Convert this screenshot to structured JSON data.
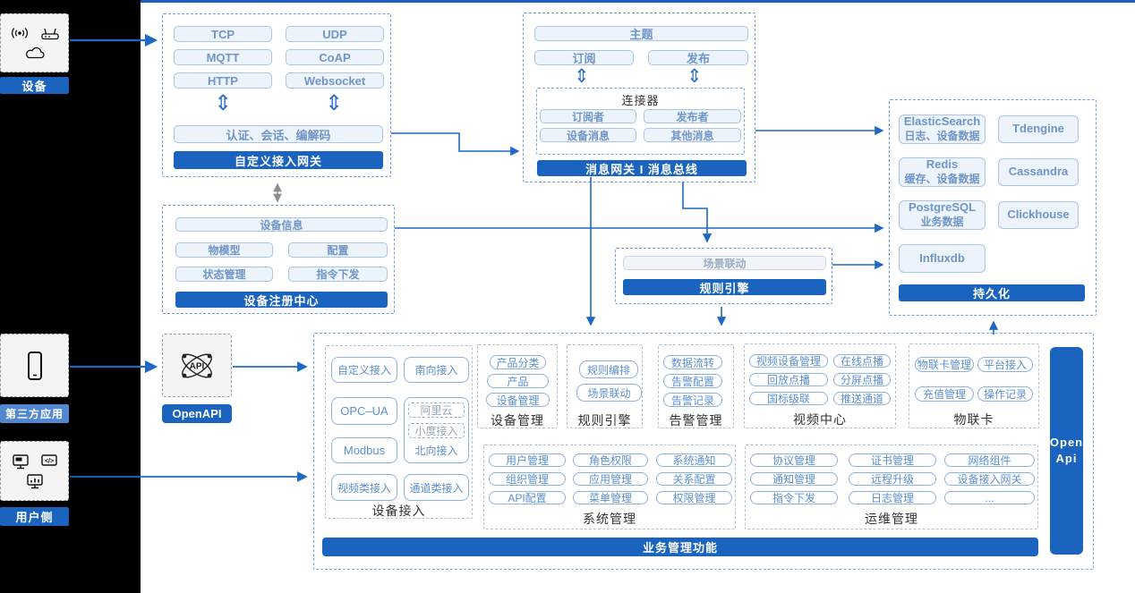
{
  "colors": {
    "primary_bar": "#1a63be",
    "top_line": "#1b5fc0",
    "chip_bg": "#edf3fa",
    "chip_border": "#a9c4e4",
    "chip_text": "#7095c7",
    "white_chip_border": "#8db1e0",
    "white_chip_text": "#5b8fd0",
    "dashed_border": "#6f9cd9",
    "third_party_label_bg": "#5288d2"
  },
  "icons": {
    "updown_glyph": "⇕",
    "device": [
      "wireless-signal",
      "wifi-router",
      "cloud"
    ],
    "third_party": [
      "smartphone"
    ],
    "user_side": [
      "app-monitor",
      "code-window",
      "chart-monitor"
    ],
    "openapi": [
      "api-network"
    ]
  },
  "left_panel": {
    "device": {
      "label": "设备"
    },
    "third_party": {
      "label": "第三方应用"
    },
    "user_side": {
      "label": "用户侧"
    }
  },
  "gateway": {
    "protocols": [
      "TCP",
      "UDP",
      "MQTT",
      "CoAP",
      "HTTP",
      "Websocket"
    ],
    "auth": "认证、会话、编解码",
    "title": "自定义接入网关"
  },
  "message_bus": {
    "topic": "主题",
    "subscribe": "订阅",
    "publish": "发布",
    "connector": {
      "title": "连接器",
      "subscriber": "订阅者",
      "publisher": "发布者",
      "device_msg": "设备消息",
      "other_msg": "其他消息"
    },
    "title": "消息网关 I 消息总线"
  },
  "persistence": {
    "stores": [
      {
        "name": "ElasticSearch",
        "desc": "日志、设备数据"
      },
      {
        "name": "Tdengine",
        "desc": ""
      },
      {
        "name": "Redis",
        "desc": "缓存、设备数据"
      },
      {
        "name": "Cassandra",
        "desc": ""
      },
      {
        "name": "PostgreSQL",
        "desc": "业务数据"
      },
      {
        "name": "Clickhouse",
        "desc": ""
      },
      {
        "name": "Influxdb",
        "desc": ""
      }
    ],
    "title": "持久化"
  },
  "registry": {
    "device_info": "设备信息",
    "items": [
      "物模型",
      "配置",
      "状态管理",
      "指令下发"
    ],
    "title": "设备注册中心"
  },
  "rule_engine_mid": {
    "scene": "场景联动",
    "title": "规则引擎"
  },
  "openapi": {
    "label": "OpenAPI"
  },
  "business": {
    "title": "业务管理功能",
    "open_api": {
      "line1": "Open",
      "line2": "Api"
    },
    "device_access": {
      "label": "设备接入",
      "custom": "自定义接入",
      "south": "南向接入",
      "opcua": "OPC–UA",
      "north": {
        "ali": "阿里云",
        "xiaodu": "小度接入",
        "label": "北向接入"
      },
      "modbus": "Modbus",
      "video": "视频类接入",
      "channel": "通道类接入"
    },
    "device_mgmt": {
      "label": "设备管理",
      "items": [
        "产品分类",
        "产品",
        "设备管理"
      ]
    },
    "rule_engine": {
      "label": "规则引擎",
      "items": [
        "规则编排",
        "场景联动"
      ]
    },
    "alarm": {
      "label": "告警管理",
      "items": [
        "数据流转",
        "告警配置",
        "告警记录"
      ]
    },
    "video_center": {
      "label": "视频中心",
      "items": [
        "视频设备管理",
        "在线点播",
        "回放点播",
        "分屏点播",
        "国标级联",
        "推送通道"
      ]
    },
    "iot_card": {
      "label": "物联卡",
      "items": [
        "物联卡管理",
        "平台接入",
        "充值管理",
        "操作记录"
      ]
    },
    "system": {
      "label": "系统管理",
      "items": [
        "用户管理",
        "角色权限",
        "系统通知",
        "组织管理",
        "应用管理",
        "关系配置",
        "API配置",
        "菜单管理",
        "权限管理"
      ]
    },
    "ops": {
      "label": "运维管理",
      "items": [
        "协议管理",
        "证书管理",
        "网络组件",
        "通知管理",
        "远程升级",
        "设备接入网关",
        "指令下发",
        "日志管理",
        "..."
      ]
    }
  }
}
